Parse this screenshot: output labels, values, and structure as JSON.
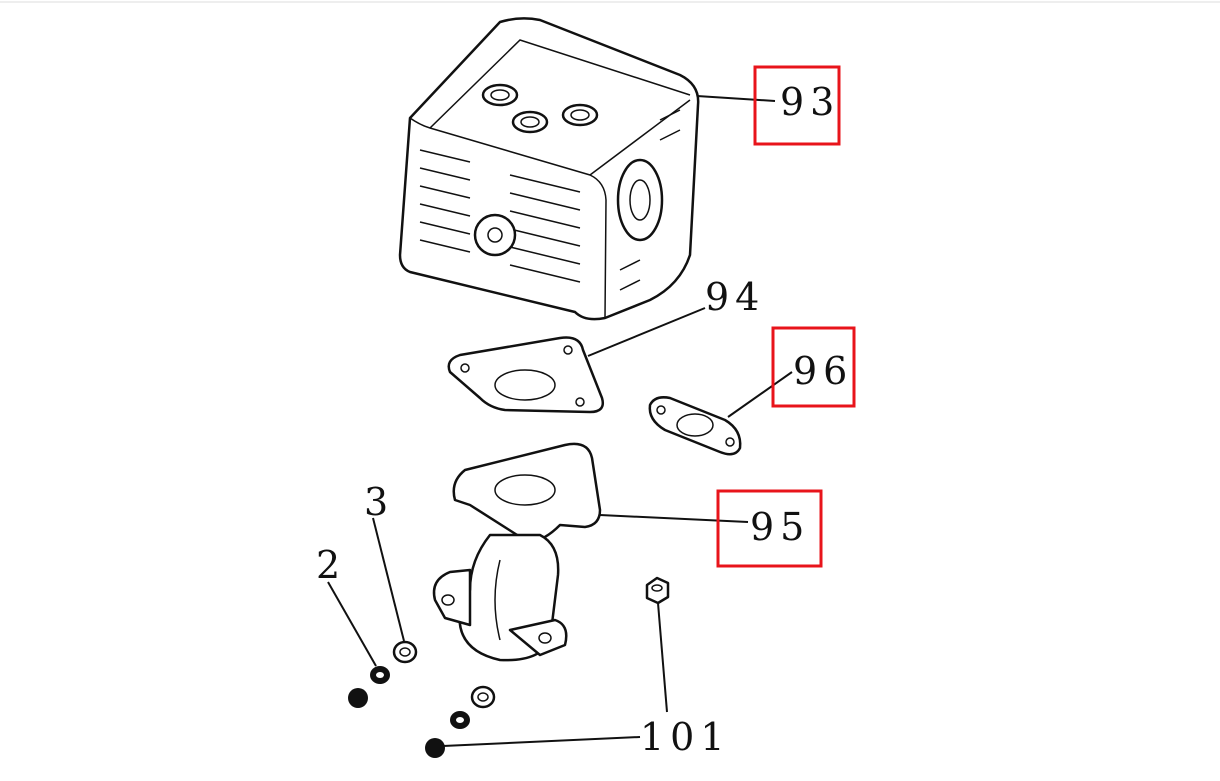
{
  "diagram": {
    "callouts": [
      {
        "id": "93",
        "label": "93",
        "highlighted": true
      },
      {
        "id": "94",
        "label": "94",
        "highlighted": false
      },
      {
        "id": "96",
        "label": "96",
        "highlighted": true
      },
      {
        "id": "95",
        "label": "95",
        "highlighted": true
      },
      {
        "id": "3",
        "label": "3",
        "highlighted": false
      },
      {
        "id": "2",
        "label": "2",
        "highlighted": false
      },
      {
        "id": "101",
        "label": "101",
        "highlighted": false
      }
    ],
    "highlight_color": "#e8141b"
  }
}
